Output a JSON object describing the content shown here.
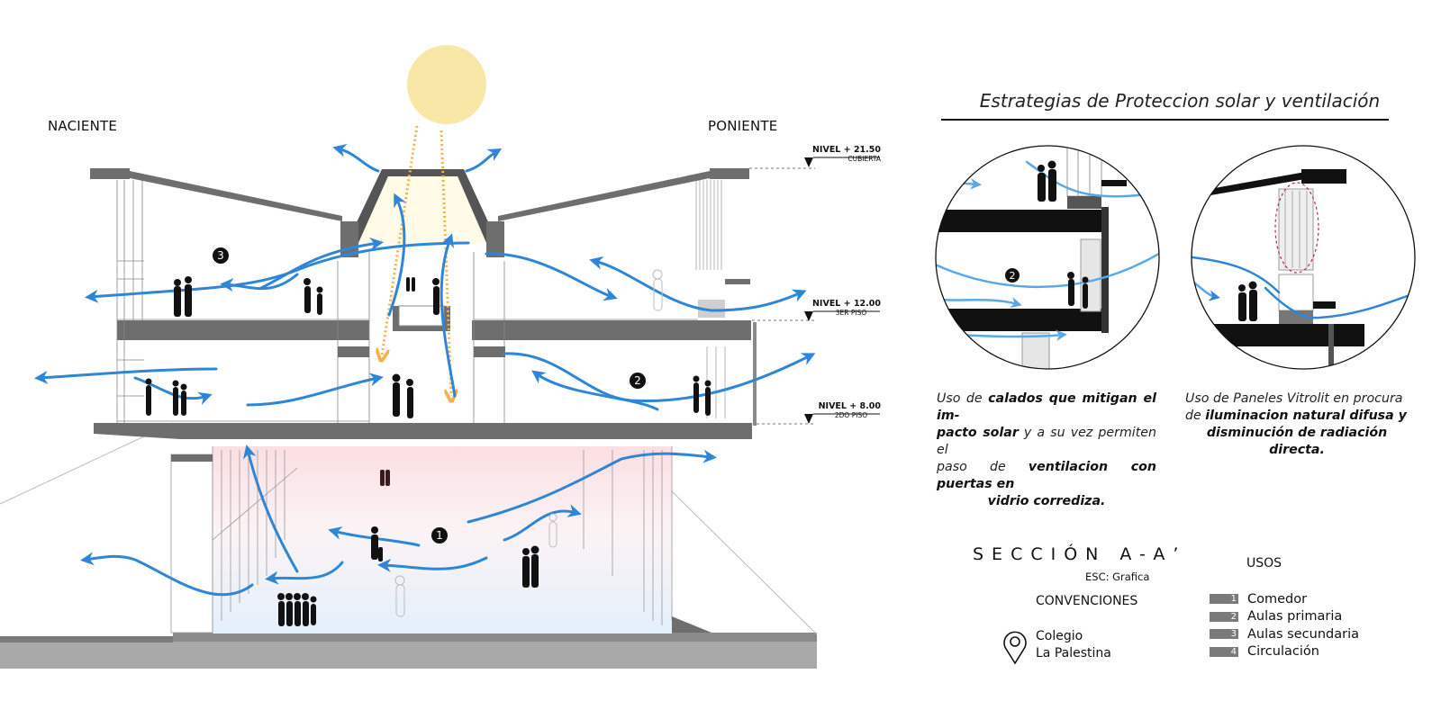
{
  "section": {
    "orientation_left": "NACIENTE",
    "orientation_right": "PONIENTE",
    "levels": [
      {
        "label": "NIVEL + 21.50",
        "sublabel": "CUBIERTA"
      },
      {
        "label": "NIVEL + 12.00",
        "sublabel": "3ER PISO"
      },
      {
        "label": "NIVEL + 8.00",
        "sublabel": "2DO PISO"
      }
    ],
    "space_markers": [
      "1",
      "2",
      "3"
    ]
  },
  "strategies": {
    "title": "Estrategias de Proteccion solar y ventilación",
    "detail_markers": [
      "2"
    ],
    "captions": [
      {
        "parts": [
          {
            "text": "Uso de ",
            "bold": false
          },
          {
            "text": "calados que mitigan el impacto solar",
            "bold": true
          },
          {
            "text": " y a su vez permiten el paso de ",
            "bold": false
          },
          {
            "text": "ventilacion con puertas en vidrio corrediza.",
            "bold": true
          }
        ],
        "line1": [
          "Uso de ",
          "calados que mitigan el im-"
        ],
        "line2": [
          "pacto solar",
          " y a su vez permiten el"
        ],
        "line3": [
          "paso de ",
          "ventilacion con puertas en"
        ],
        "line4": "vidrio corrediza."
      },
      {
        "line1": "Uso de Paneles Vitrolit en procura",
        "line2": [
          "de ",
          "iluminacion natural difusa y"
        ],
        "line3": "disminución de radiación directa."
      }
    ]
  },
  "title_block": {
    "title": "SECCIÓN A-A’",
    "scale": "ESC: Grafica",
    "conventions_label": "CONVENCIONES",
    "location_icon": "map-pin-icon",
    "location_line1": "Colegio",
    "location_line2": "La Palestina"
  },
  "usos": {
    "title": "USOS",
    "items": [
      {
        "num": "1",
        "label": "Comedor"
      },
      {
        "num": "2",
        "label": "Aulas primaria"
      },
      {
        "num": "3",
        "label": "Aulas secundaria"
      },
      {
        "num": "4",
        "label": "Circulación"
      }
    ]
  },
  "colors": {
    "airflow": "#2f86d6",
    "sun": "#f9e7a8",
    "solar_ray": "#f2b24a",
    "slab": "#6e6e6e",
    "ground": "#a8a8a8"
  }
}
